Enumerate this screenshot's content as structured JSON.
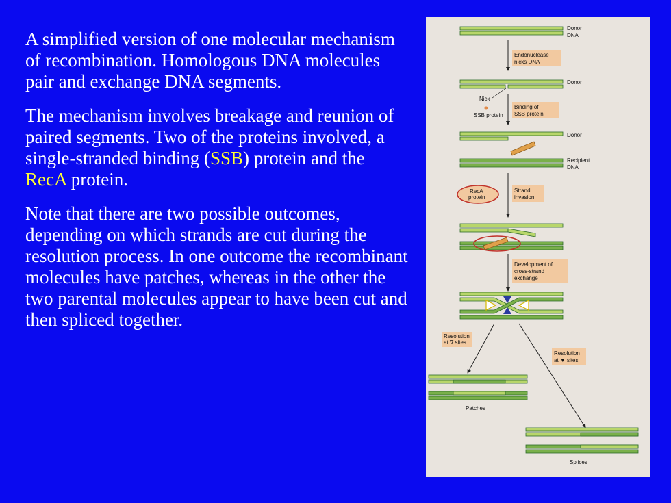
{
  "text": {
    "p1": "A simplified version of one molecular mechanism of recombination. Homologous DNA molecules pair and exchange DNA segments.",
    "p2_a": "The mechanism involves breakage and reunion of paired segments. Two of the proteins involved, a single-stranded binding (",
    "p2_ssb": "SSB",
    "p2_b": ") protein and the ",
    "p2_reca": "RecA",
    "p2_c": " protein.",
    "p3": "Note that there are two possible outcomes, depending on which strands are cut during the resolution process. In one outcome the recombinant molecules have patches, whereas in the other the two parental molecules appear to have been cut and then spliced together."
  },
  "figure": {
    "donor_dna_1": "Donor",
    "donor_dna_2": "DNA",
    "endonuclease_1": "Endonuclease",
    "endonuclease_2": "nicks DNA",
    "donor_2": "Donor",
    "nick": "Nick",
    "ssb_protein": "SSB protein",
    "binding_of": "Binding of",
    "binding_ssb": "SSB protein",
    "donor_3": "Donor",
    "recipient_1": "Recipient",
    "recipient_2": "DNA",
    "reca_1": "RecA",
    "reca_2": "protein",
    "strand_1": "Strand",
    "strand_2": "invasion",
    "dev_1": "Development of",
    "dev_2": "cross-strand",
    "dev_3": "exchange",
    "resA_1": "Resolution",
    "resA_2": "at ∇ sites",
    "resB_1": "Resolution",
    "resB_2": "at ▼ sites",
    "patches": "Patches",
    "splices": "Splices"
  },
  "colors": {
    "background": "#0a0af0",
    "highlight": "#ffff33",
    "strand_light": "#b8d66a",
    "strand_dark": "#2e6b2a",
    "label_box": "#f2c9a0"
  }
}
